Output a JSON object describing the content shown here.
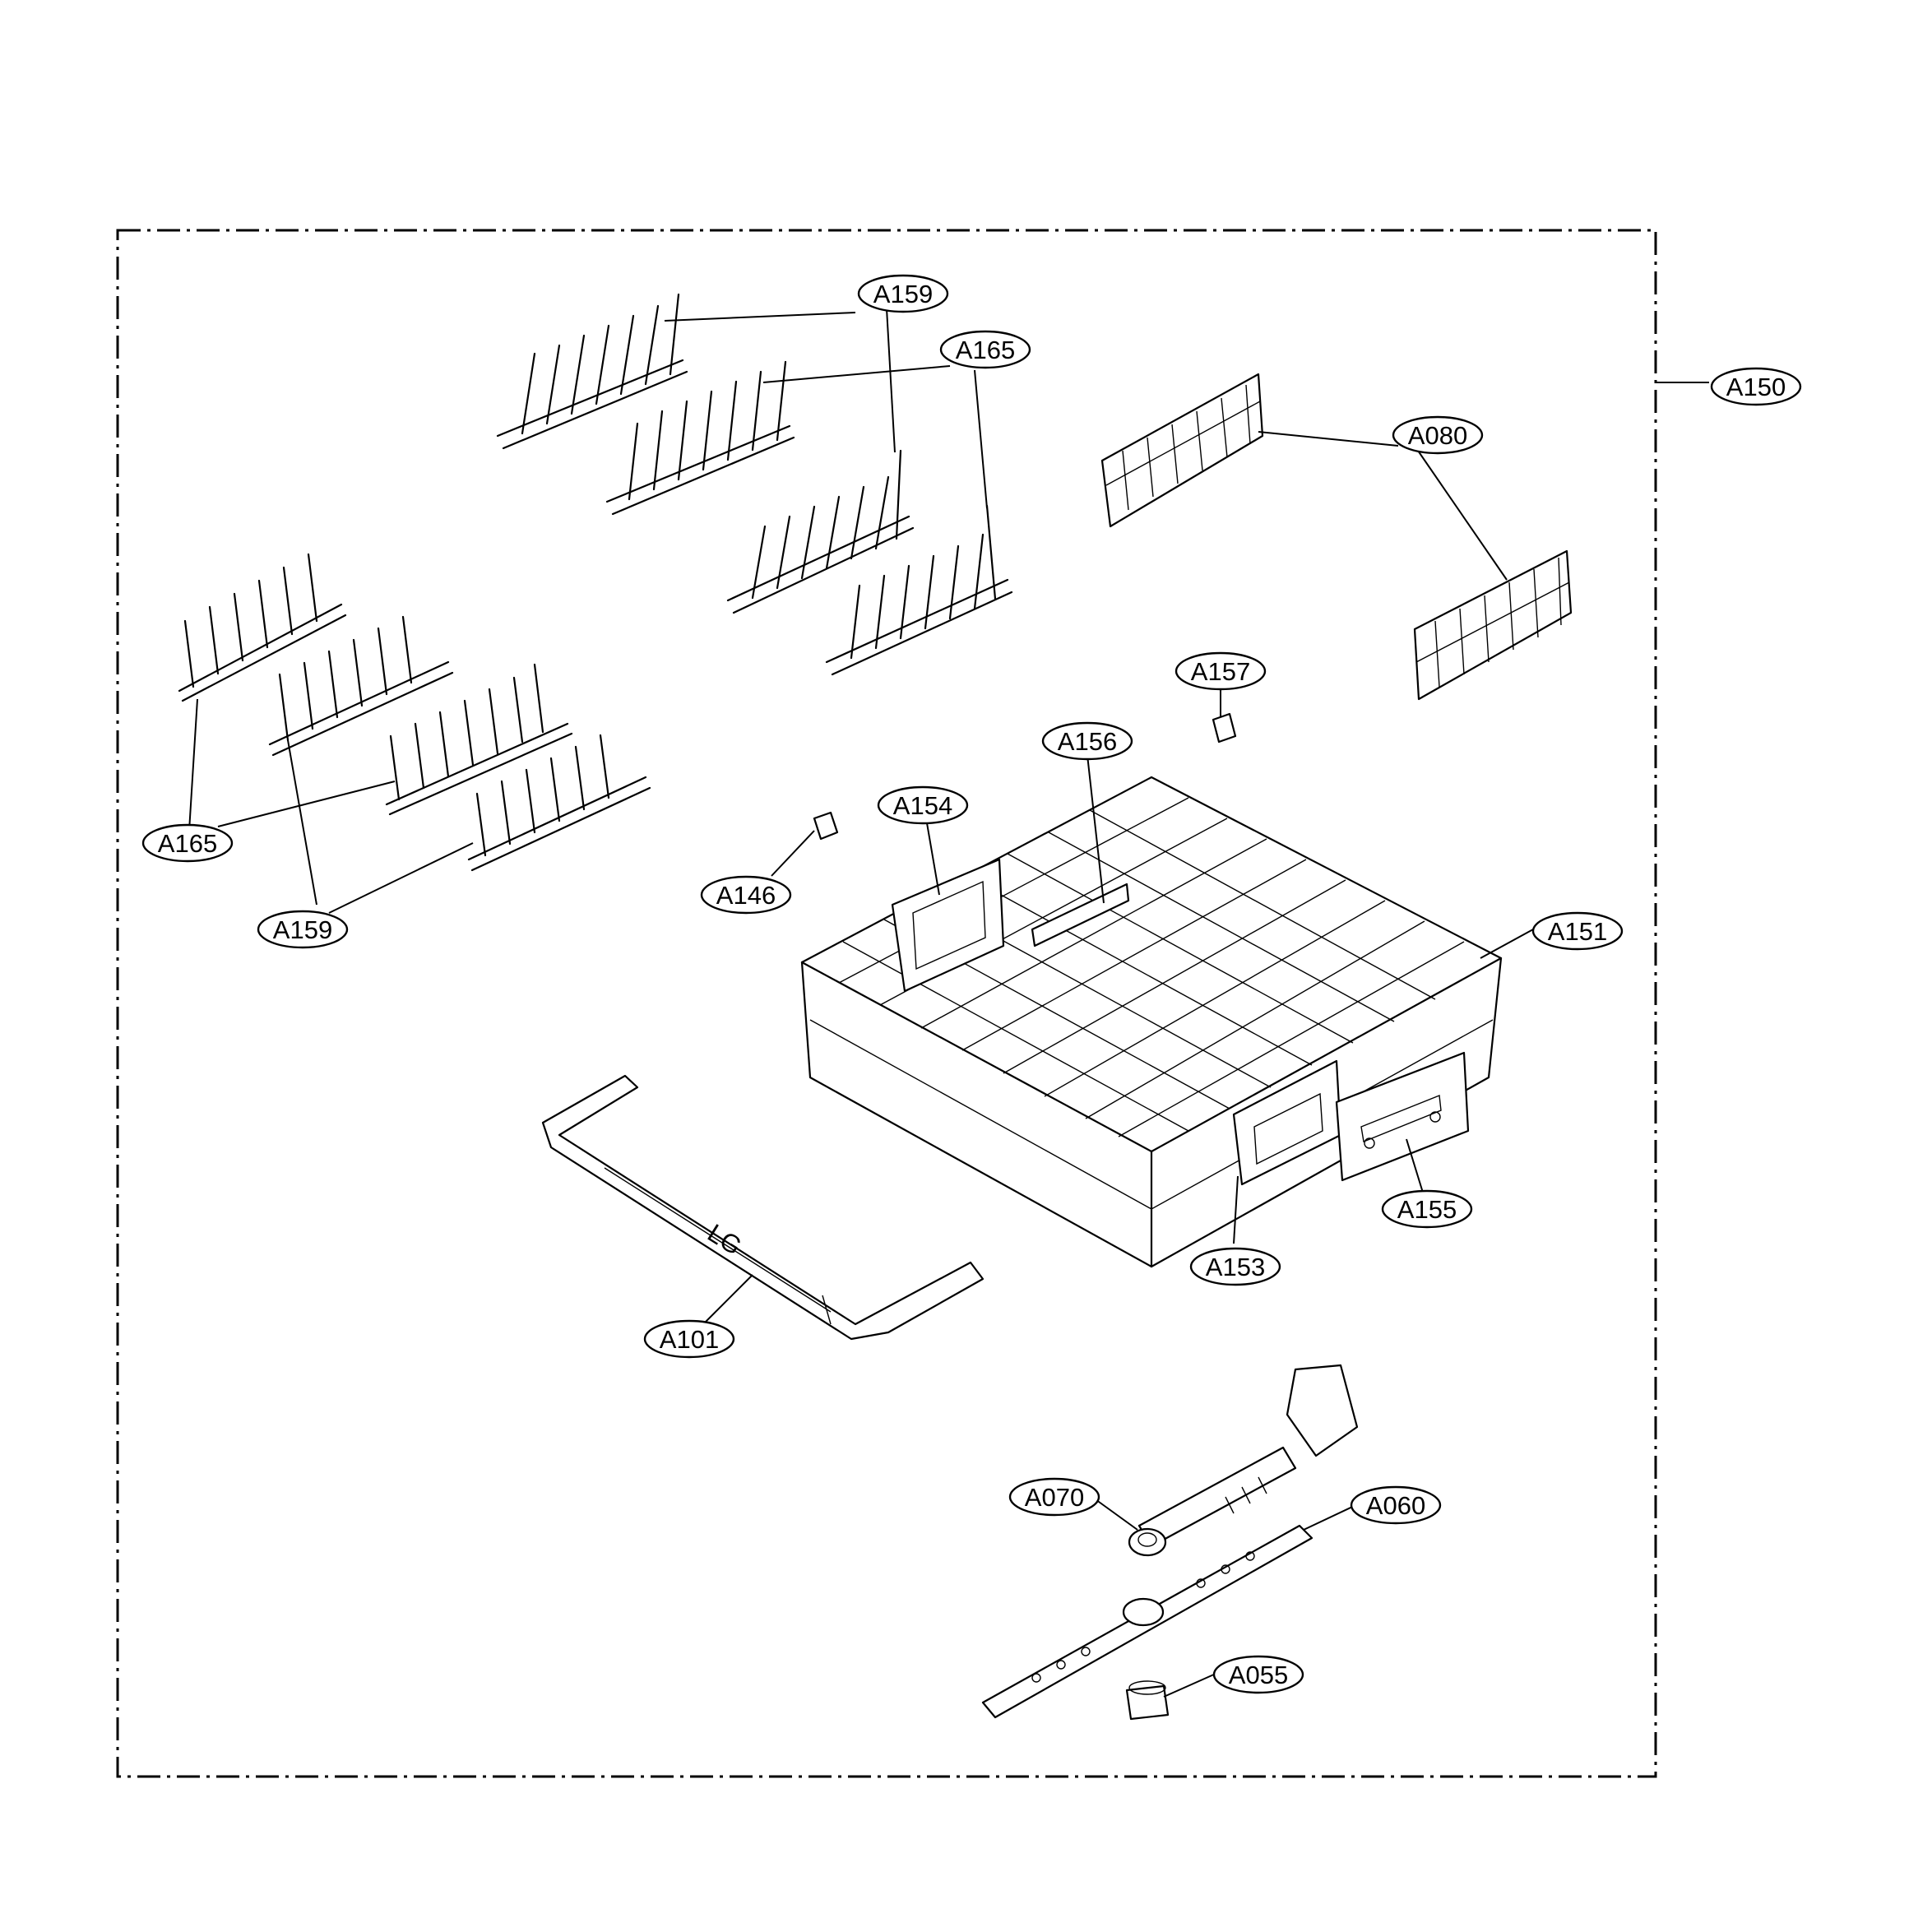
{
  "diagram": {
    "labels": {
      "a159_top": "A159",
      "a165_top": "A165",
      "a150": "A150",
      "a080": "A080",
      "a157": "A157",
      "a156": "A156",
      "a154": "A154",
      "a146": "A146",
      "a165_left": "A165",
      "a159_left": "A159",
      "a151": "A151",
      "a155": "A155",
      "a153": "A153",
      "a101": "A101",
      "a070": "A070",
      "a060": "A060",
      "a055": "A055"
    },
    "handle_logo": "LG"
  }
}
